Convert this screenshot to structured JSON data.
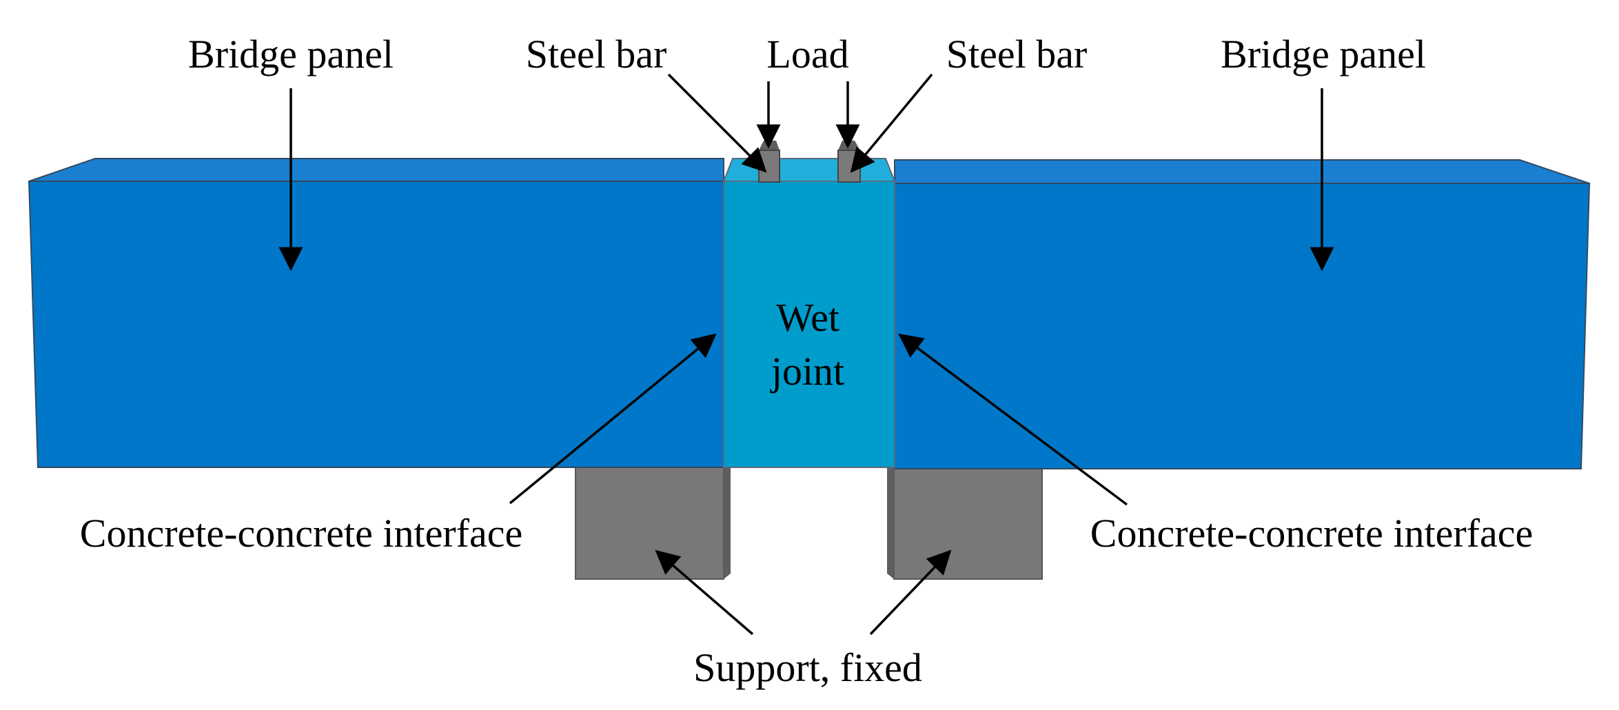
{
  "labels": {
    "bridge_panel_left": "Bridge panel",
    "bridge_panel_right": "Bridge panel",
    "steel_bar_left": "Steel bar",
    "load": "Load",
    "steel_bar_right": "Steel bar",
    "wet_joint_line1": "Wet",
    "wet_joint_line2": "joint",
    "interface_left": "Concrete-concrete interface",
    "interface_right": "Concrete-concrete interface",
    "support": "Support, fixed"
  },
  "colors": {
    "panel_front": "#0077c8",
    "panel_top": "#1a7fd0",
    "panel_edge": "#34495e",
    "joint_front": "#009dcc",
    "joint_top": "#22aedb",
    "support_fill": "#787878",
    "support_side": "#5e5e5e",
    "bar_fill": "#7a7a7a"
  }
}
